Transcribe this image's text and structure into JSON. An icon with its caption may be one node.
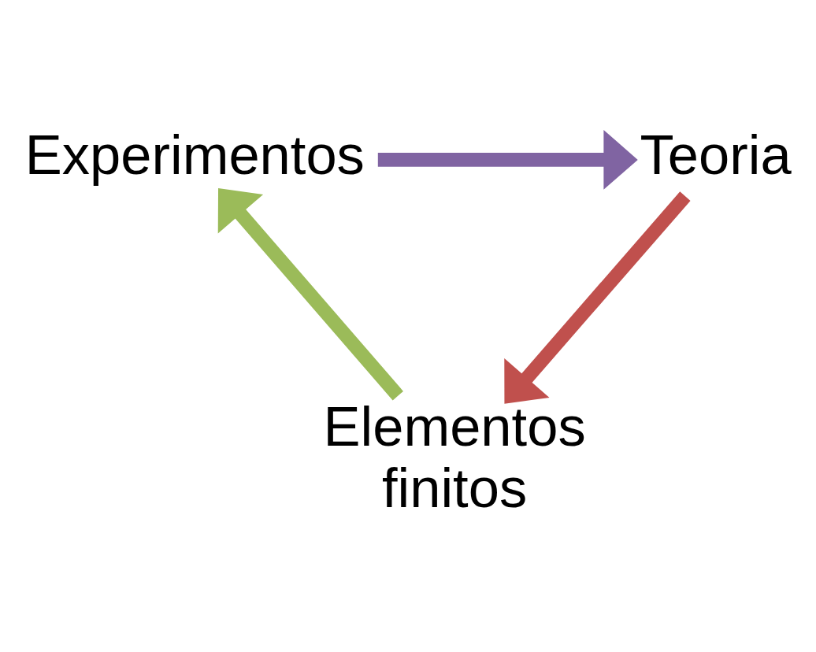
{
  "diagram": {
    "nodes": [
      {
        "text": [
          "Experimentos"
        ]
      },
      {
        "text": [
          "Teoria"
        ]
      },
      {
        "text": [
          "Elementos finitos"
        ]
      }
    ],
    "edges": [
      {
        "from": 0,
        "to": 1,
        "arrow": "to",
        "color": "#8064a2"
      },
      {
        "from": 1,
        "to": 2,
        "arrow": "to",
        "color": "#c0504d"
      },
      {
        "from": 2,
        "to": 0,
        "arrow": "to",
        "color": "#9bbb59"
      }
    ]
  }
}
